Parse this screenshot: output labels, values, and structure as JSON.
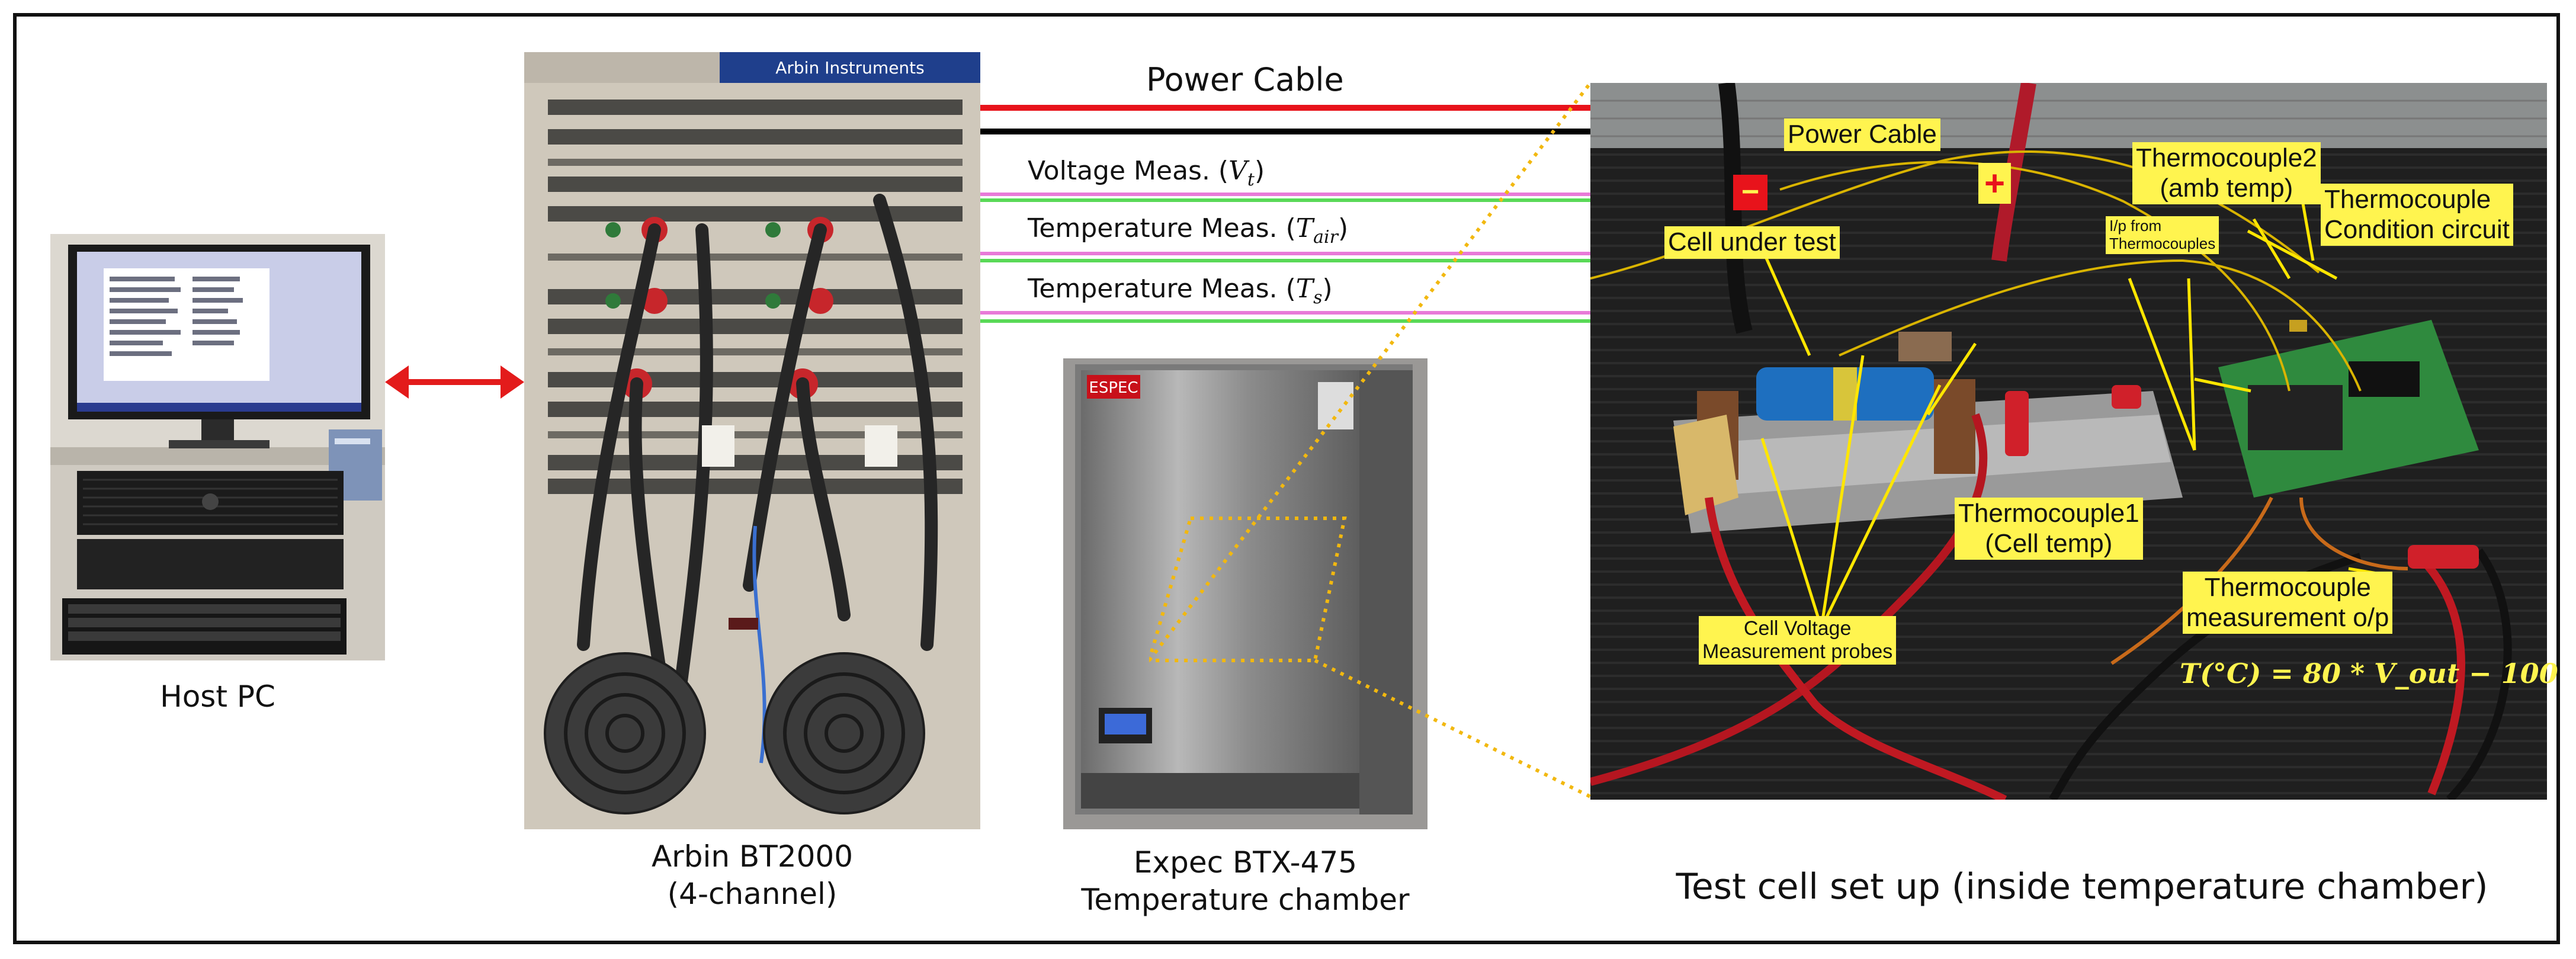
{
  "captions": {
    "host_pc": "Host PC",
    "arbin_line1": "Arbin BT2000",
    "arbin_line2": "(4-channel)",
    "expec_line1": "Expec BTX-475",
    "expec_line2": "Temperature chamber",
    "test_cell": "Test cell set up (inside temperature chamber)"
  },
  "connections": {
    "power_cable": "Power Cable",
    "voltage_meas": "Voltage Meas.",
    "voltage_symbol": "V",
    "voltage_sub": "t",
    "temp_air_meas": "Temperature Meas.",
    "temp_air_symbol": "T",
    "temp_air_sub": "air",
    "temp_s_meas": "Temperature Meas.",
    "temp_s_symbol": "T",
    "temp_s_sub": "s"
  },
  "equipment_text": {
    "arbin_brand": "Arbin Instruments",
    "espec_brand": "ESPEC"
  },
  "setup_labels": {
    "power_cable": "Power Cable",
    "minus": "−",
    "plus": "+",
    "cell_under_test": "Cell under test",
    "thermocouple2_line1": "Thermocouple2",
    "thermocouple2_line2": "(amb temp)",
    "tc_condition_line1": "Thermocouple",
    "tc_condition_line2": "Condition circuit",
    "ip_line1": "I/p from",
    "ip_line2": "Thermocouples",
    "thermocouple1_line1": "Thermocouple1",
    "thermocouple1_line2": "(Cell temp)",
    "cell_voltage_line1": "Cell Voltage",
    "cell_voltage_line2": "Measurement probes",
    "tc_measure_line1": "Thermocouple",
    "tc_measure_line2": "measurement o/p",
    "formula": "T(°C) = 80 * V_out − 100"
  },
  "colors": {
    "power_red": "#e8131b",
    "power_black": "#000000",
    "meas_pink": "#e87ad8",
    "meas_green": "#59d957",
    "arrow_red": "#e31b1b",
    "zoom_dotted": "#f2b80f",
    "label_yellow": "#fff44f"
  }
}
